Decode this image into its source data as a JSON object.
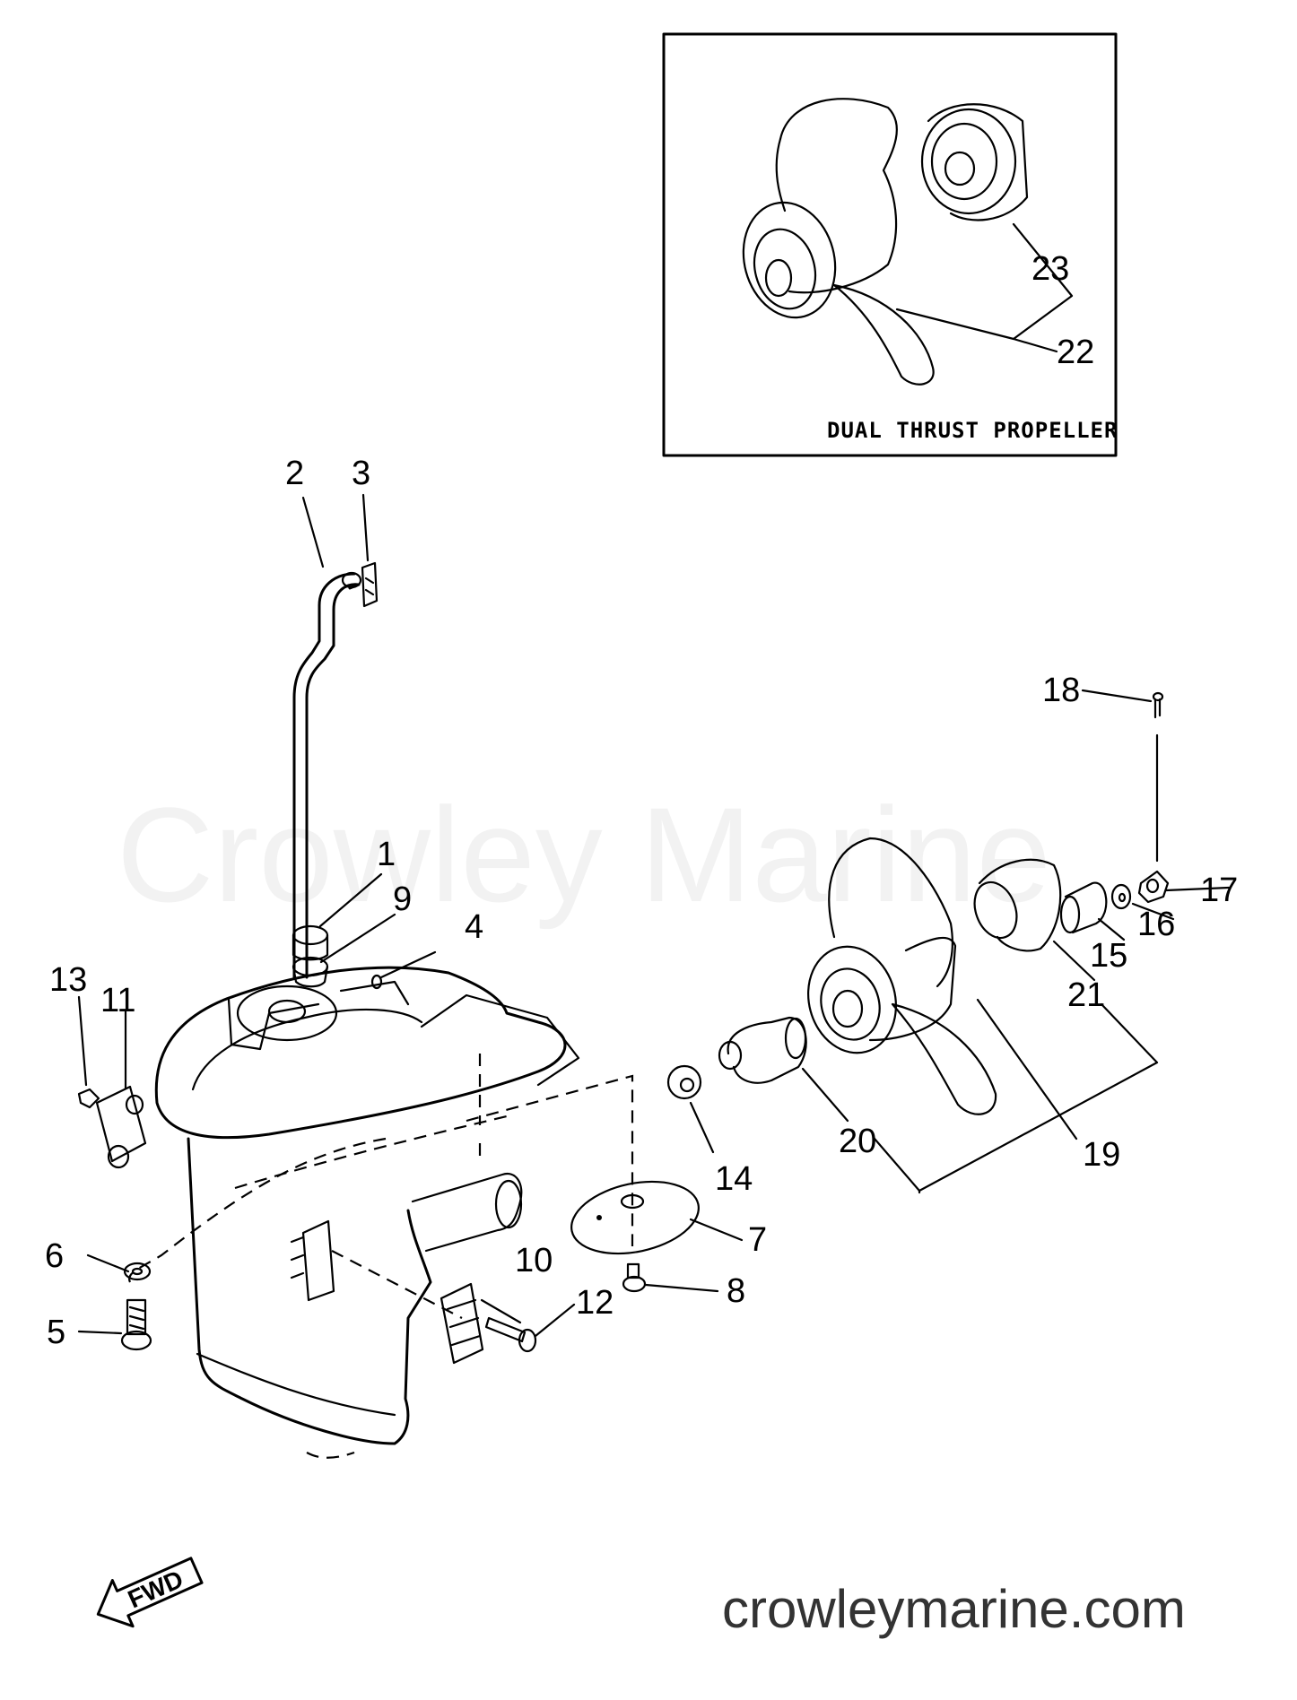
{
  "inset": {
    "caption": "DUAL THRUST PROPELLER"
  },
  "watermark": "Crowley Marine",
  "site": "crowleymarine.com",
  "direction": "FWD",
  "callouts": [
    "1",
    "2",
    "3",
    "4",
    "5",
    "6",
    "7",
    "8",
    "9",
    "10",
    "11",
    "12",
    "13",
    "14",
    "15",
    "16",
    "17",
    "18",
    "19",
    "20",
    "21",
    "22",
    "23"
  ]
}
